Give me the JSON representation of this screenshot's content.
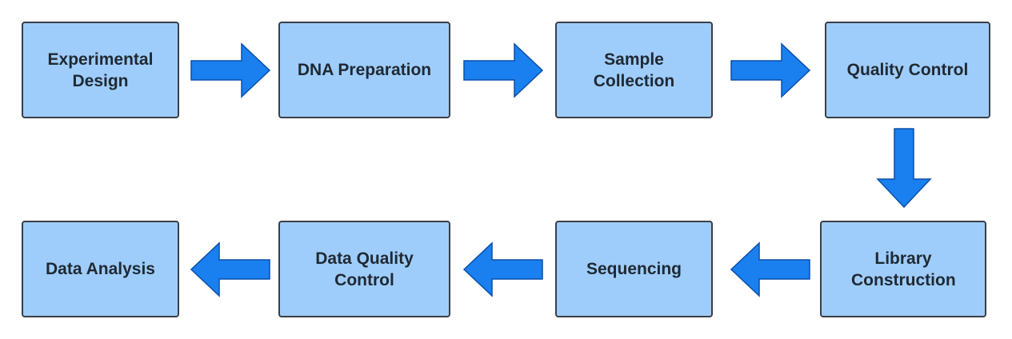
{
  "steps": [
    {
      "label": "Experimental Design"
    },
    {
      "label": "DNA Preparation"
    },
    {
      "label": "Sample Collection"
    },
    {
      "label": "Quality Control"
    },
    {
      "label": "Library Construction"
    },
    {
      "label": "Sequencing"
    },
    {
      "label": "Data Quality Control"
    },
    {
      "label": "Data Analysis"
    }
  ],
  "colors": {
    "box_fill": "#9fcdfb",
    "box_border": "#3a3f45",
    "arrow_fill": "#1a80f0",
    "arrow_stroke": "#0b4fa8",
    "text": "#1f2933"
  }
}
